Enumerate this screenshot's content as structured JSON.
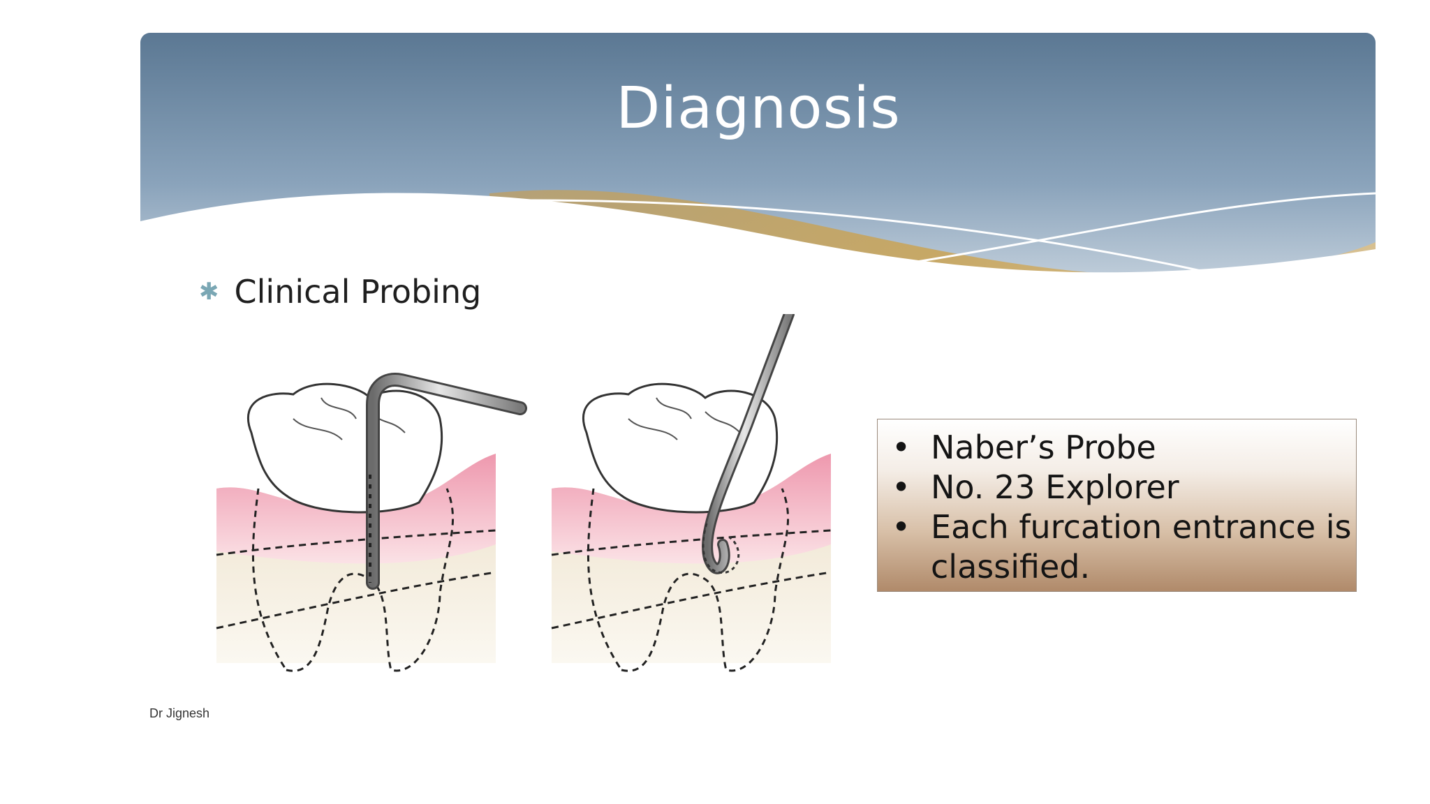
{
  "slide": {
    "title": "Diagnosis",
    "bullet": "Clinical Probing",
    "instruments": [
      "Naber’s Probe",
      "No. 23 Explorer",
      "Each furcation entrance is classified."
    ],
    "credit": "Dr Jignesh"
  },
  "colors": {
    "banner_top": "#5c7a96",
    "banner_bottom": "#b6c6d6",
    "wave_gold": "#c8a45a",
    "gingiva": "#f0a8b8",
    "bone": "#eee3cf",
    "bullet_star": "#7aa7b4"
  },
  "icons": {
    "bullet_marker": "asterisk-icon"
  }
}
